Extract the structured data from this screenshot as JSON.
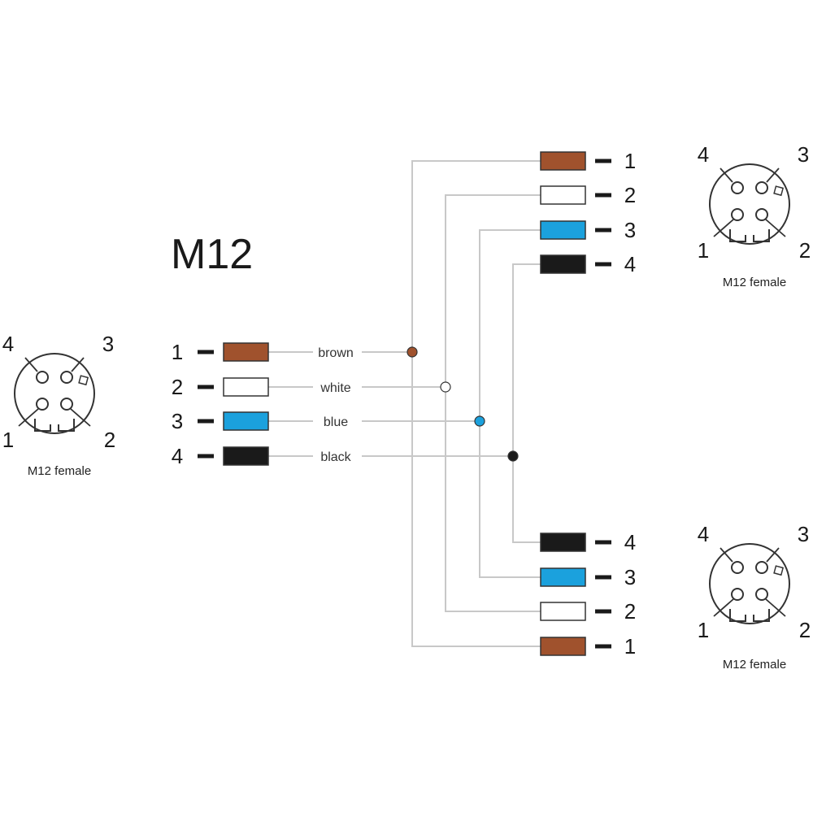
{
  "title": "M12",
  "wire_colors": {
    "brown": "#a0522d",
    "white": "#ffffff",
    "blue": "#1ba1dd",
    "black": "#1a1a1a",
    "line": "#c8c8c8"
  },
  "wires": [
    {
      "pin": "1",
      "label": "brown",
      "color_key": "brown"
    },
    {
      "pin": "2",
      "label": "white",
      "color_key": "white"
    },
    {
      "pin": "3",
      "label": "blue",
      "color_key": "blue"
    },
    {
      "pin": "4",
      "label": "black",
      "color_key": "black"
    }
  ],
  "outputs": {
    "top": [
      {
        "pin": "1",
        "color_key": "brown"
      },
      {
        "pin": "2",
        "color_key": "white"
      },
      {
        "pin": "3",
        "color_key": "blue"
      },
      {
        "pin": "4",
        "color_key": "black"
      }
    ],
    "bottom": [
      {
        "pin": "4",
        "color_key": "black"
      },
      {
        "pin": "3",
        "color_key": "blue"
      },
      {
        "pin": "2",
        "color_key": "white"
      },
      {
        "pin": "1",
        "color_key": "brown"
      }
    ]
  },
  "connectors": [
    {
      "id": "left",
      "label": "M12 female",
      "pins": {
        "tl": "4",
        "tr": "3",
        "bl": "1",
        "br": "2"
      }
    },
    {
      "id": "top-right",
      "label": "M12 female",
      "pins": {
        "tl": "4",
        "tr": "3",
        "bl": "1",
        "br": "2"
      }
    },
    {
      "id": "bottom-right",
      "label": "M12 female",
      "pins": {
        "tl": "4",
        "tr": "3",
        "bl": "1",
        "br": "2"
      }
    }
  ]
}
